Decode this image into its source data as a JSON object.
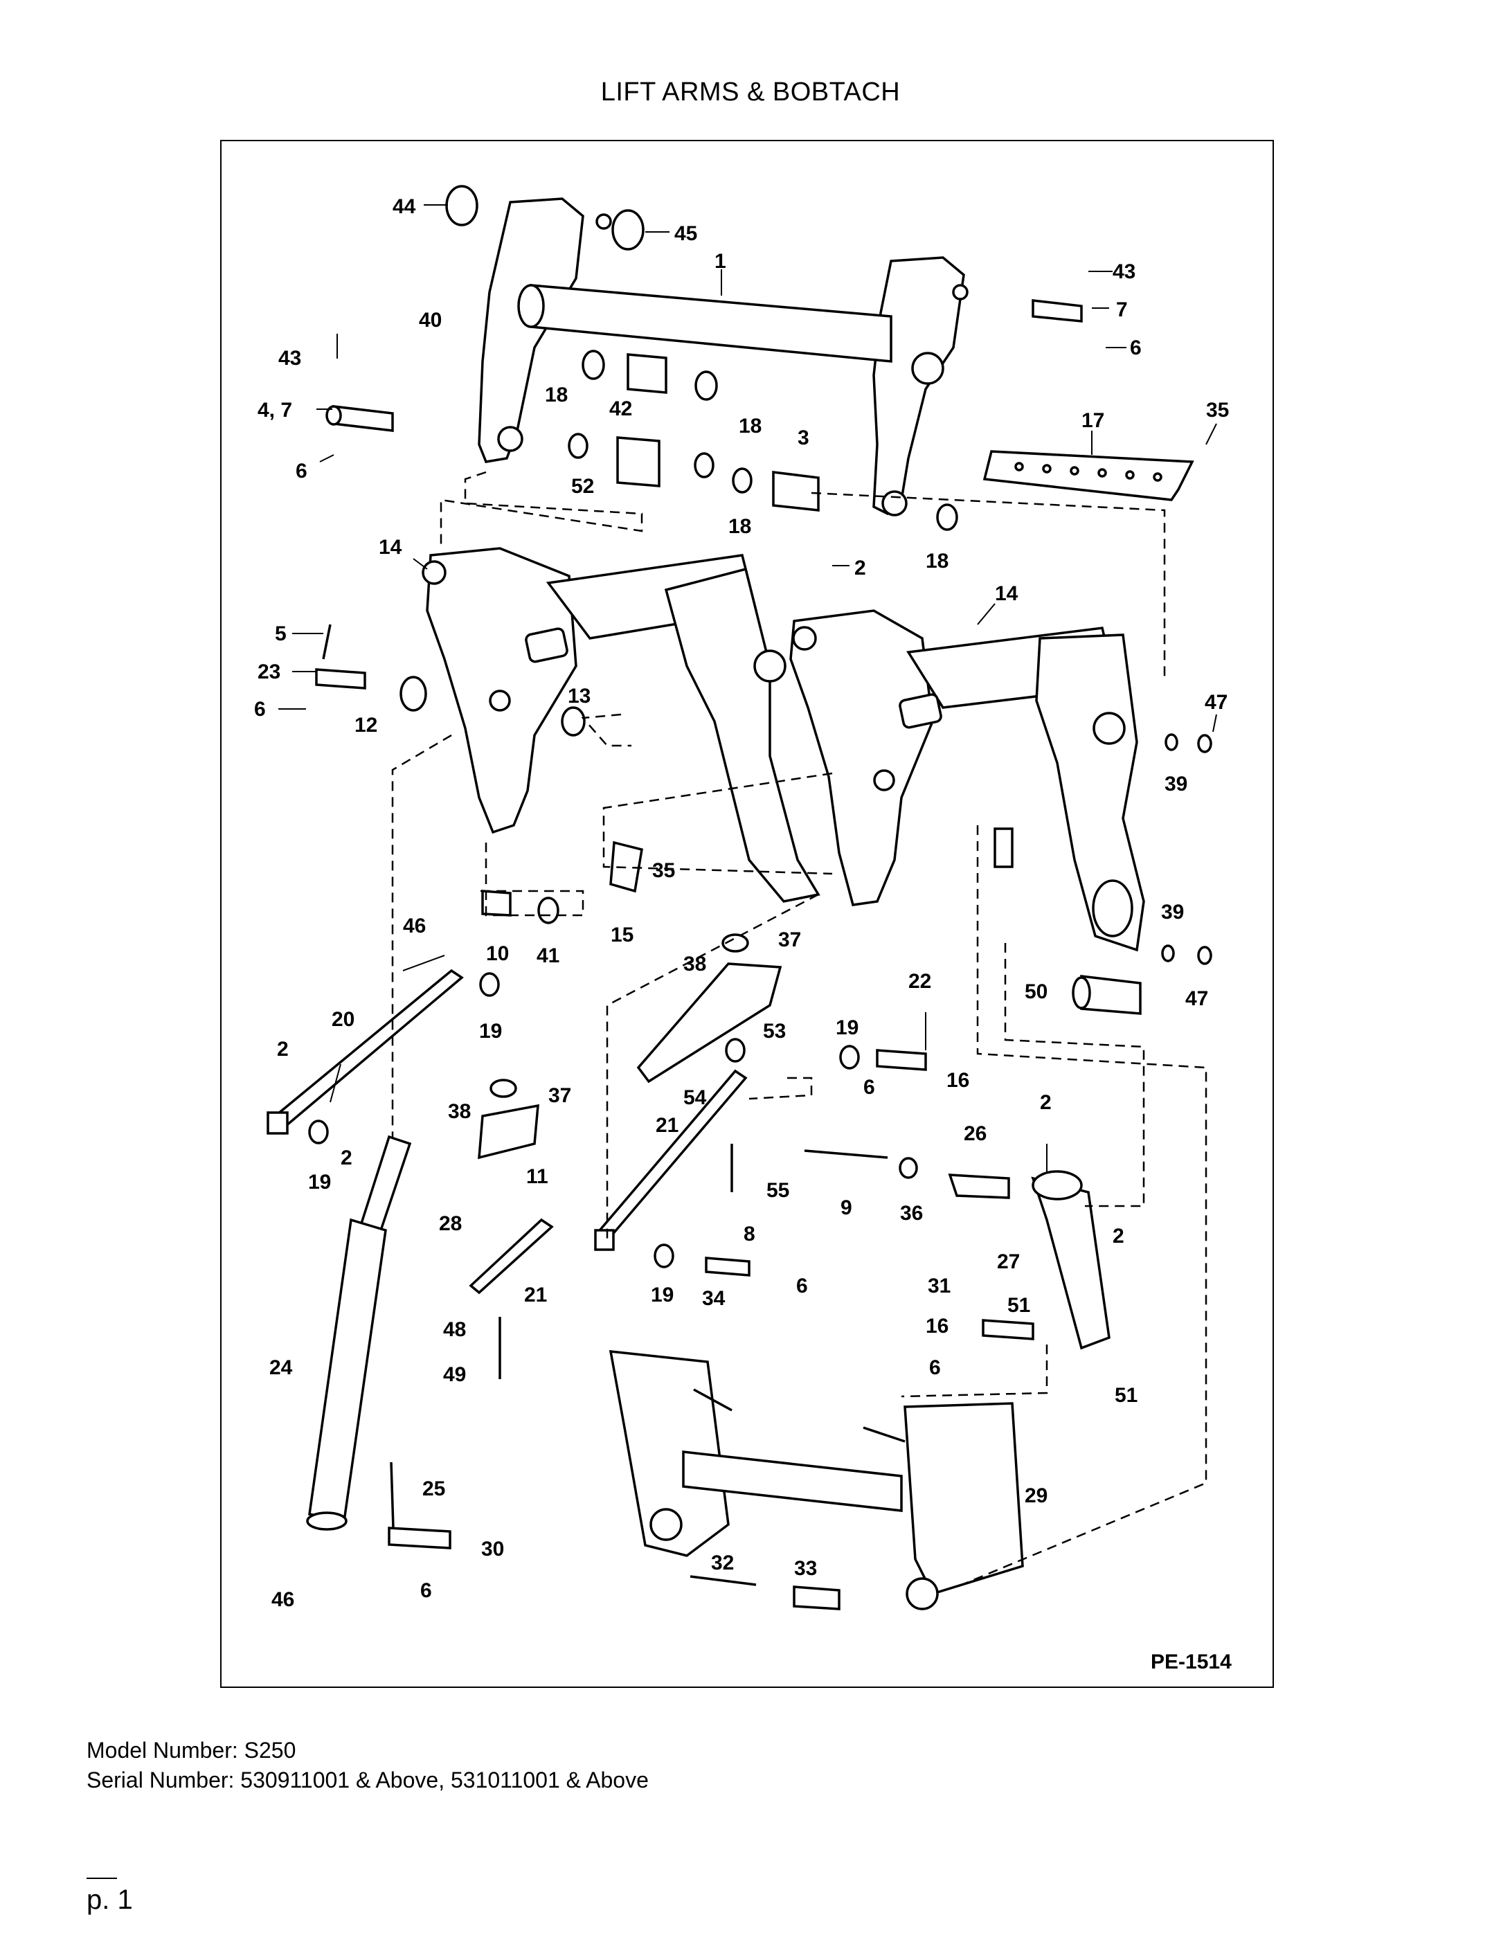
{
  "title": "LIFT ARMS & BOBTACH",
  "diagram": {
    "reference_code": "PE-1514",
    "callouts": [
      {
        "id": "c44a",
        "text": "44"
      },
      {
        "id": "c45",
        "text": "45"
      },
      {
        "id": "c1",
        "text": "1"
      },
      {
        "id": "c43a",
        "text": "43"
      },
      {
        "id": "c7a",
        "text": "7"
      },
      {
        "id": "c6a",
        "text": "6"
      },
      {
        "id": "c40",
        "text": "40"
      },
      {
        "id": "c43b",
        "text": "43"
      },
      {
        "id": "c47a",
        "text": "4, 7"
      },
      {
        "id": "c6b",
        "text": "6"
      },
      {
        "id": "c18a",
        "text": "18"
      },
      {
        "id": "c42",
        "text": "42"
      },
      {
        "id": "c18b",
        "text": "18"
      },
      {
        "id": "c3",
        "text": "3"
      },
      {
        "id": "c52",
        "text": "52"
      },
      {
        "id": "c18c",
        "text": "18"
      },
      {
        "id": "c18d",
        "text": "18"
      },
      {
        "id": "c17",
        "text": "17"
      },
      {
        "id": "c35a",
        "text": "35"
      },
      {
        "id": "c14a",
        "text": "14"
      },
      {
        "id": "c2a",
        "text": "2"
      },
      {
        "id": "c14b",
        "text": "14"
      },
      {
        "id": "c5",
        "text": "5"
      },
      {
        "id": "c23",
        "text": "23"
      },
      {
        "id": "c6c",
        "text": "6"
      },
      {
        "id": "c12",
        "text": "12"
      },
      {
        "id": "c13",
        "text": "13"
      },
      {
        "id": "c47b",
        "text": "47"
      },
      {
        "id": "c39a",
        "text": "39"
      },
      {
        "id": "c35b",
        "text": "35"
      },
      {
        "id": "c15",
        "text": "15"
      },
      {
        "id": "c10",
        "text": "10"
      },
      {
        "id": "c41",
        "text": "41"
      },
      {
        "id": "c46a",
        "text": "46"
      },
      {
        "id": "c39b",
        "text": "39"
      },
      {
        "id": "c47c",
        "text": "47"
      },
      {
        "id": "c50",
        "text": "50"
      },
      {
        "id": "c38a",
        "text": "38"
      },
      {
        "id": "c37a",
        "text": "37"
      },
      {
        "id": "c20",
        "text": "20"
      },
      {
        "id": "c19a",
        "text": "19"
      },
      {
        "id": "c22",
        "text": "22"
      },
      {
        "id": "c19b",
        "text": "19"
      },
      {
        "id": "c53",
        "text": "53"
      },
      {
        "id": "c16a",
        "text": "16"
      },
      {
        "id": "c2b",
        "text": "2"
      },
      {
        "id": "c6d",
        "text": "6"
      },
      {
        "id": "c54",
        "text": "54"
      },
      {
        "id": "c38b",
        "text": "38"
      },
      {
        "id": "c37b",
        "text": "37"
      },
      {
        "id": "c21a",
        "text": "21"
      },
      {
        "id": "c26",
        "text": "26"
      },
      {
        "id": "c2c",
        "text": "2"
      },
      {
        "id": "c19c",
        "text": "19"
      },
      {
        "id": "c2d",
        "text": "2"
      },
      {
        "id": "c11",
        "text": "11"
      },
      {
        "id": "c55",
        "text": "55"
      },
      {
        "id": "c9",
        "text": "9"
      },
      {
        "id": "c36",
        "text": "36"
      },
      {
        "id": "c28",
        "text": "28"
      },
      {
        "id": "c8",
        "text": "8"
      },
      {
        "id": "c2e",
        "text": "2"
      },
      {
        "id": "c27",
        "text": "27"
      },
      {
        "id": "c21b",
        "text": "21"
      },
      {
        "id": "c19d",
        "text": "19"
      },
      {
        "id": "c34",
        "text": "34"
      },
      {
        "id": "c6e",
        "text": "6"
      },
      {
        "id": "c31",
        "text": "31"
      },
      {
        "id": "c51a",
        "text": "51"
      },
      {
        "id": "c48",
        "text": "48"
      },
      {
        "id": "c16b",
        "text": "16"
      },
      {
        "id": "c24",
        "text": "24"
      },
      {
        "id": "c49",
        "text": "49"
      },
      {
        "id": "c6f",
        "text": "6"
      },
      {
        "id": "c51b",
        "text": "51"
      },
      {
        "id": "c25",
        "text": "25"
      },
      {
        "id": "c29",
        "text": "29"
      },
      {
        "id": "c30",
        "text": "30"
      },
      {
        "id": "c32",
        "text": "32"
      },
      {
        "id": "c33",
        "text": "33"
      },
      {
        "id": "c46b",
        "text": "46"
      },
      {
        "id": "c6g",
        "text": "6"
      }
    ]
  },
  "footer": {
    "model": "Model Number: S250",
    "serial": "Serial Number: 530911001 & Above, 531011001 & Above",
    "page": "p. 1"
  }
}
